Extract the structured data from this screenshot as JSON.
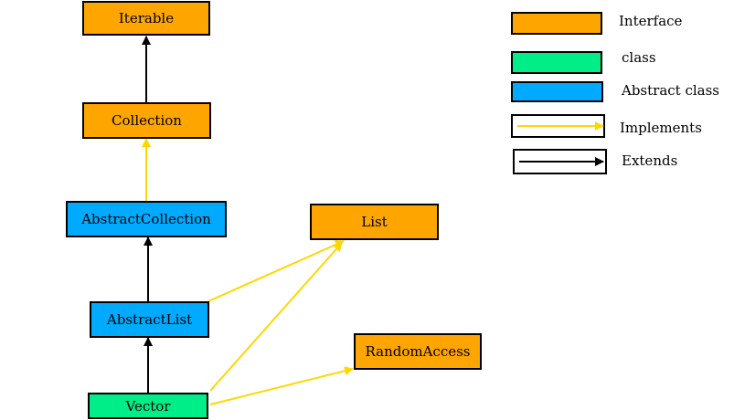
{
  "colors": {
    "interface": "#ffa500",
    "class": "#00ee88",
    "abstract_class": "#00aaff",
    "implements_arrow": "#ffd700",
    "extends_arrow": "#000000"
  },
  "nodes": {
    "iterable": {
      "label": "Iterable",
      "kind": "interface"
    },
    "collection": {
      "label": "Collection",
      "kind": "interface"
    },
    "abstract_collection": {
      "label": "AbstractCollection",
      "kind": "abstract class"
    },
    "list": {
      "label": "List",
      "kind": "interface"
    },
    "abstract_list": {
      "label": "AbstractList",
      "kind": "abstract class"
    },
    "random_access": {
      "label": "RandomAccess",
      "kind": "interface"
    },
    "vector": {
      "label": "Vector",
      "kind": "class"
    }
  },
  "edges": [
    {
      "from": "Collection",
      "to": "Iterable",
      "relation": "extends"
    },
    {
      "from": "AbstractCollection",
      "to": "Collection",
      "relation": "implements"
    },
    {
      "from": "AbstractList",
      "to": "AbstractCollection",
      "relation": "extends"
    },
    {
      "from": "AbstractList",
      "to": "List",
      "relation": "implements"
    },
    {
      "from": "Vector",
      "to": "AbstractList",
      "relation": "extends"
    },
    {
      "from": "Vector",
      "to": "List",
      "relation": "implements"
    },
    {
      "from": "Vector",
      "to": "RandomAccess",
      "relation": "implements"
    }
  ],
  "legend": {
    "interface": "Interface",
    "class": "class",
    "abstract_class": "Abstract class",
    "implements": "Implements",
    "extends": "Extends"
  }
}
